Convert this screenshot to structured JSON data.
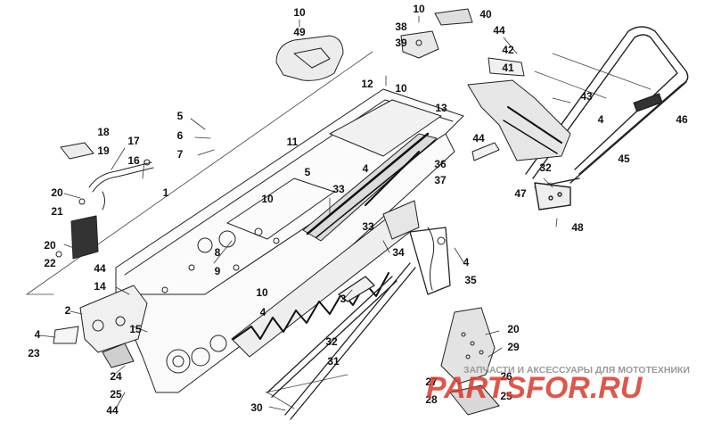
{
  "diagram": {
    "callouts": [
      {
        "id": "c10a",
        "label": "10"
      },
      {
        "id": "c49",
        "label": "49"
      },
      {
        "id": "c10b",
        "label": "10"
      },
      {
        "id": "c38",
        "label": "38"
      },
      {
        "id": "c39",
        "label": "39"
      },
      {
        "id": "c40",
        "label": "40"
      },
      {
        "id": "c44a",
        "label": "44"
      },
      {
        "id": "c42",
        "label": "42"
      },
      {
        "id": "c41",
        "label": "41"
      },
      {
        "id": "c12",
        "label": "12"
      },
      {
        "id": "c10c",
        "label": "10"
      },
      {
        "id": "c13",
        "label": "13"
      },
      {
        "id": "c43",
        "label": "43"
      },
      {
        "id": "c4a",
        "label": "4"
      },
      {
        "id": "c46",
        "label": "46"
      },
      {
        "id": "c5a",
        "label": "5"
      },
      {
        "id": "c6",
        "label": "6"
      },
      {
        "id": "c7",
        "label": "7"
      },
      {
        "id": "c11",
        "label": "11"
      },
      {
        "id": "c44b",
        "label": "44"
      },
      {
        "id": "c18",
        "label": "18"
      },
      {
        "id": "c19",
        "label": "19"
      },
      {
        "id": "c17",
        "label": "17"
      },
      {
        "id": "c16",
        "label": "16"
      },
      {
        "id": "c1",
        "label": "1"
      },
      {
        "id": "c5b",
        "label": "5"
      },
      {
        "id": "c4b",
        "label": "4"
      },
      {
        "id": "c36",
        "label": "36"
      },
      {
        "id": "c37",
        "label": "37"
      },
      {
        "id": "c45",
        "label": "45"
      },
      {
        "id": "c32a",
        "label": "32"
      },
      {
        "id": "c47",
        "label": "47"
      },
      {
        "id": "c20a",
        "label": "20"
      },
      {
        "id": "c21",
        "label": "21"
      },
      {
        "id": "c10d",
        "label": "10"
      },
      {
        "id": "c33a",
        "label": "33"
      },
      {
        "id": "c48",
        "label": "48"
      },
      {
        "id": "c20b",
        "label": "20"
      },
      {
        "id": "c22",
        "label": "22"
      },
      {
        "id": "c8",
        "label": "8"
      },
      {
        "id": "c9",
        "label": "9"
      },
      {
        "id": "c33b",
        "label": "33"
      },
      {
        "id": "c34",
        "label": "34"
      },
      {
        "id": "c4c",
        "label": "4"
      },
      {
        "id": "c44c",
        "label": "44"
      },
      {
        "id": "c14",
        "label": "14"
      },
      {
        "id": "c35",
        "label": "35"
      },
      {
        "id": "c10e",
        "label": "10"
      },
      {
        "id": "c2",
        "label": "2"
      },
      {
        "id": "c4d",
        "label": "4"
      },
      {
        "id": "c3",
        "label": "3"
      },
      {
        "id": "c4e",
        "label": "4"
      },
      {
        "id": "c15",
        "label": "15"
      },
      {
        "id": "c23",
        "label": "23"
      },
      {
        "id": "c32b",
        "label": "32"
      },
      {
        "id": "c20c",
        "label": "20"
      },
      {
        "id": "c29",
        "label": "29"
      },
      {
        "id": "c31",
        "label": "31"
      },
      {
        "id": "c24",
        "label": "24"
      },
      {
        "id": "c27",
        "label": "27"
      },
      {
        "id": "c26",
        "label": "26"
      },
      {
        "id": "c25a",
        "label": "25"
      },
      {
        "id": "c28",
        "label": "28"
      },
      {
        "id": "c25b",
        "label": "25"
      },
      {
        "id": "c44d",
        "label": "44"
      },
      {
        "id": "c30",
        "label": "30"
      }
    ]
  },
  "watermark": {
    "tagline": "ЗАПЧАСТИ И АКСЕССУАРЫ ДЛЯ МОТОТЕХНИКИ",
    "logo": "PARTSFOR.RU"
  },
  "colors": {
    "line": "#222222",
    "watermark_red": "#d63a2f",
    "watermark_gray": "#9a9a9a"
  }
}
